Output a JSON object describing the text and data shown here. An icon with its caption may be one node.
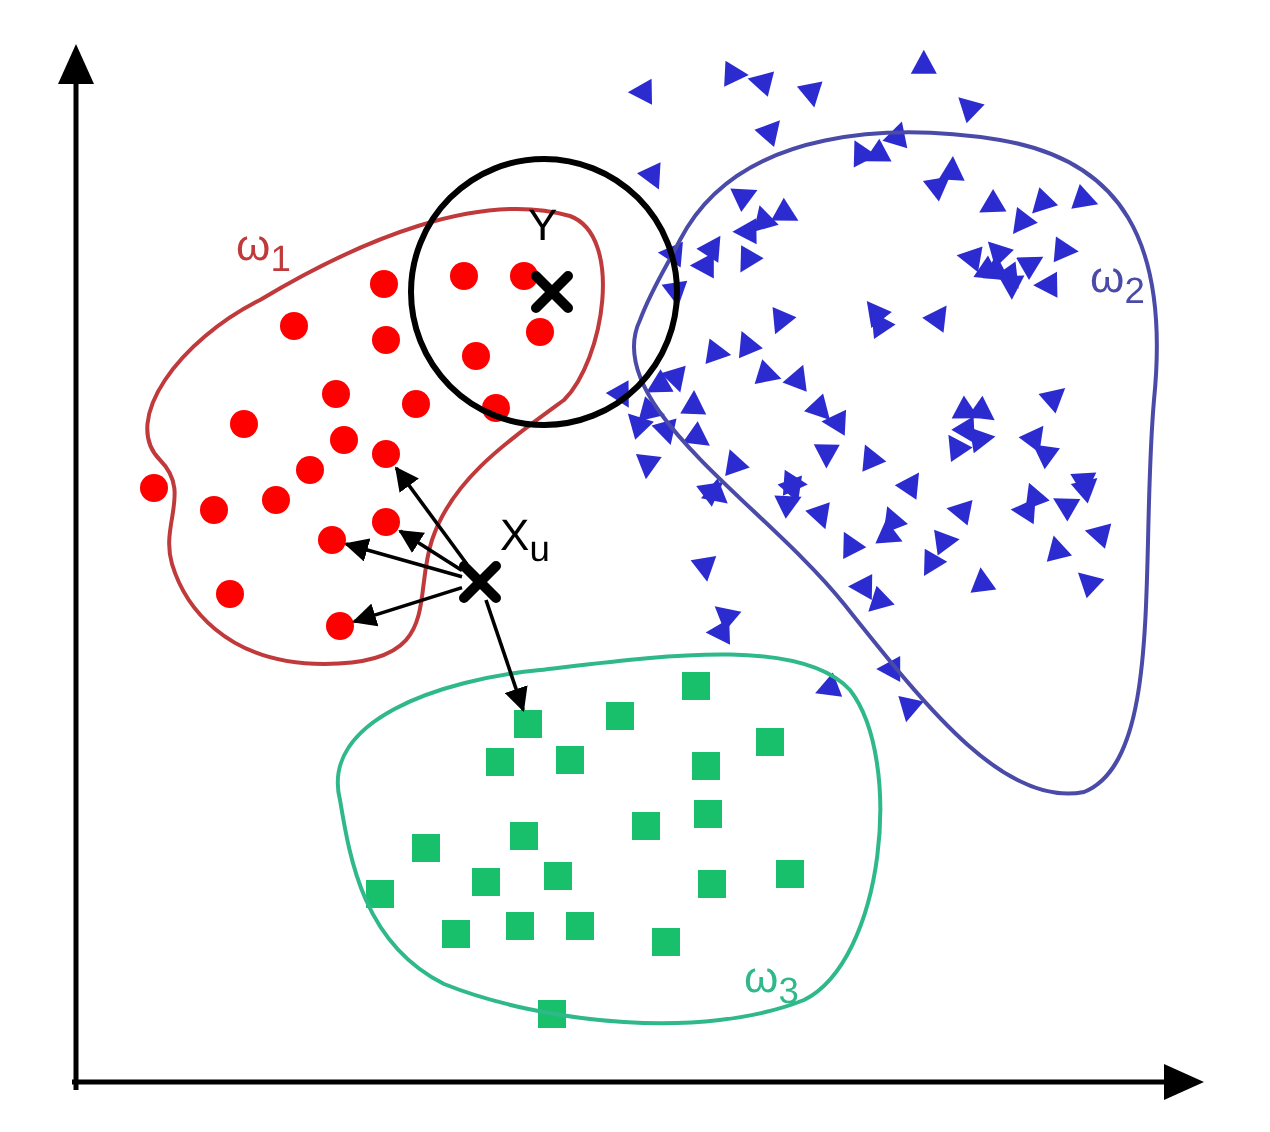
{
  "diagram": {
    "nodes": [
      {
        "text": [
          "ω$_{1}$"
        ]
      },
      {
        "text": [
          "ω$_{2}$"
        ]
      },
      {
        "text": [
          "ω$_{3}$"
        ]
      },
      {
        "text": [
          "Y"
        ]
      },
      {
        "text": [
          "X$_{u}$"
        ]
      },
      {
        "text": [],
        "shape": "circle",
        "in": 0
      },
      {
        "text": [],
        "shape": "circle",
        "in": 0
      },
      {
        "text": [],
        "shape": "circle",
        "in": 0
      },
      {
        "text": [],
        "shape": "circle",
        "in": 0
      },
      {
        "text": [],
        "shape": "box",
        "in": 2
      }
    ],
    "edges": [
      {
        "from": 4,
        "to": 5,
        "arrow": "to"
      },
      {
        "from": 4,
        "to": 6,
        "arrow": "to"
      },
      {
        "from": 4,
        "to": 7,
        "arrow": "to"
      },
      {
        "from": 4,
        "to": 8,
        "arrow": "to"
      },
      {
        "from": 4,
        "to": 9,
        "arrow": "to"
      }
    ]
  }
}
